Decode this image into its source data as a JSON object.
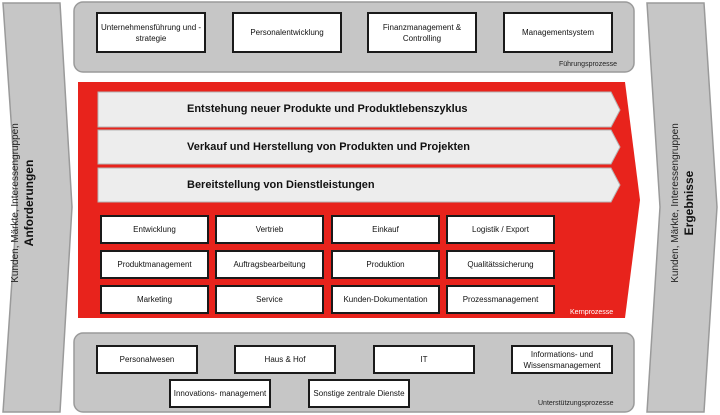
{
  "left_arrow": {
    "line1": "Kunden, Märkte, Interessengruppen",
    "line2": "Anforderungen"
  },
  "right_arrow": {
    "line1": "Kunden, Märkte, Interessengruppen",
    "line2": "Ergebnisse"
  },
  "fuehrung": {
    "label": "Führungsprozesse",
    "items": [
      "Unternehmensführung und -strategie",
      "Personalentwicklung",
      "Finanzmanagement & Controlling",
      "Managementsystem"
    ]
  },
  "kern": {
    "label": "Kernprozesse",
    "bands": [
      "Entstehung neuer Produkte und Produktlebenszyklus",
      "Verkauf und Herstellung von Produkten und Projekten",
      "Bereitstellung von Dienstleistungen"
    ],
    "grid": [
      [
        "Entwicklung",
        "Vertrieb",
        "Einkauf",
        "Logistik / Export"
      ],
      [
        "Produktmanagement",
        "Auftragsbearbeitung",
        "Produktion",
        "Qualitätssicherung"
      ],
      [
        "Marketing",
        "Service",
        "Kunden-Dokumentation",
        "Prozessmanagement"
      ]
    ]
  },
  "unterstuetzung": {
    "label": "Unterstützungsprozesse",
    "row1": [
      "Personalwesen",
      "Haus & Hof",
      "IT",
      "Informations- und Wissensmanagement"
    ],
    "row2": [
      "Innovations- management",
      "Sonstige zentrale Dienste"
    ]
  },
  "colors": {
    "red": "#e8231c",
    "gray": "#c6c6c6",
    "light": "#ededed"
  }
}
